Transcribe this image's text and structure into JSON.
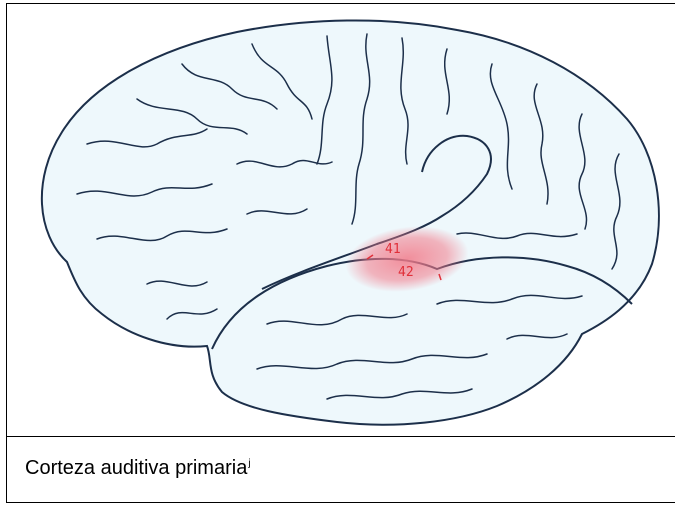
{
  "figure": {
    "caption": "Corteza auditiva primaria",
    "caption_mark": "j",
    "brodmann_areas": [
      "41",
      "42"
    ],
    "highlight_color": "#f27b8a",
    "brain_fill": "#eef8fc",
    "outline_color": "#1c2f4a"
  }
}
